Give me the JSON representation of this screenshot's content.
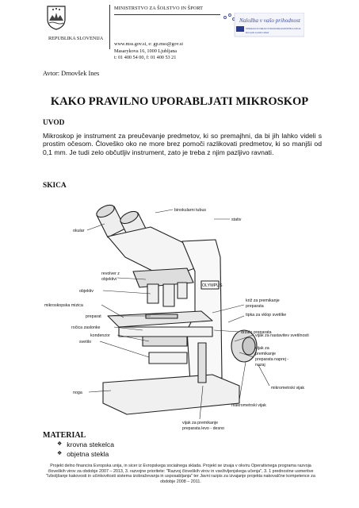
{
  "header": {
    "ministry_name": "MINISTRSTVO ZA ŠOLSTVO IN ŠPORT",
    "country": "REPUBLIKA SLOVENIJA",
    "website_email": "www.mss.gov.si, e: gp.mss@gov.si",
    "address": "Masarykova 16, 1000 Ljubljana",
    "phone_fax": "t: 01 400 54 00, f: 01 400 53 21",
    "eu_logo_text": "Naložba v vašo prihodnost",
    "eu_logo_subtext": "OPERACIJO DELNO FINANCIRA EVROPSKA UNIJA",
    "eu_logo_fund": "Evropski socialni sklad"
  },
  "author": "Avtor: Drnovšek Ines",
  "title": "KAKO PRAVILNO UPORABLJATI MIKROSKOP",
  "sections": {
    "uvod_heading": "UVOD",
    "uvod_text": "Mikroskop je instrument za preučevanje predmetov, ki so premajhni, da bi jih lahko videli s prostim očesom. Človeško oko ne more brez pomoči razlikovati predmetov, ki so manjši od 0,1 mm. Je tudi zelo občutljiv instrument, zato je treba z njim pazljivo ravnati.",
    "skica_heading": "SKICA",
    "material_heading": "MATERIAL"
  },
  "diagram_labels": {
    "binokularni_tubus": "binokularni tubus",
    "stativ": "stativ",
    "okular": "okular",
    "revolver_1": "revolver z",
    "revolver_2": "objektivi",
    "objektiv": "objektiv",
    "mizica": "mikroskopska mizica",
    "preparat": "preparat",
    "rocica": "ročica zaslonke",
    "kondenzor": "kondenzor",
    "svetilo": "svetilo",
    "noga": "noga",
    "kriz_1": "križ za premikanje",
    "kriz_2": "preparata",
    "tipka": "tipka za vklop svetilke",
    "drzalo": "držalo preparata",
    "vijak_svetilnost": "vijak za nastavitev svetilnosti",
    "vijak_naprej_1": "vijak za",
    "vijak_naprej_2": "premikanje",
    "vijak_naprej_3": "preparata naprej -",
    "vijak_naprej_4": "nazaj",
    "mikrometrski": "mikrometrski vijak",
    "makrometrski": "makrometrski vijak",
    "vijak_levo_1": "vijak za premikanje",
    "vijak_levo_2": "preparata levo - desno",
    "brand": "OLYMPUS"
  },
  "materials": [
    "krovna stekelca",
    "objetna stekla"
  ],
  "footer": "Projekt delno financira Evropska unija, in sicer iz Evropskega socialnega sklada. Projekt se izvaja v okviru Operativnega programa razvoja človeških virov za obdobje 2007 – 2013, 3. razvojne prioritete: \"Razvoj človeških virov in vseživljenjskega učenja\", 3. 1 prednostne usmeritve \"Izboljšanje kakovosti in učinkovitosti sistema izobraževanja in usposabljanja\" ter Javni razpis za izvajanje projekta nakovalčne kompetence za obdobje 2008 – 2011."
}
